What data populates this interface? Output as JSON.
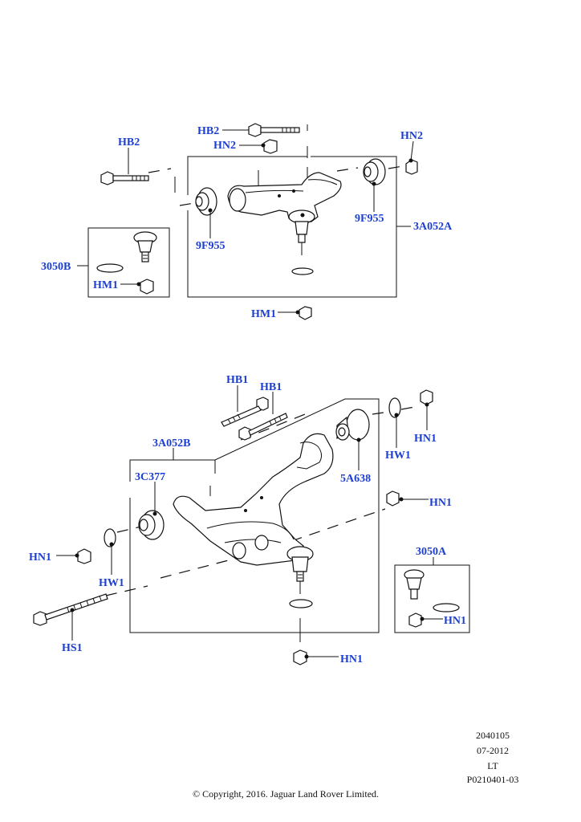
{
  "diagram": {
    "upper_arm": {
      "labels": {
        "hb2_left": "HB2",
        "hb2_top": "HB2",
        "hn2_top": "HN2",
        "hn2_right": "HN2",
        "bush_left": "9F955",
        "bush_right": "9F955",
        "arm": "3A052A",
        "balljoint_kit": "3050B",
        "hm1_kit": "HM1",
        "hm1_bottom": "HM1"
      }
    },
    "lower_arm": {
      "labels": {
        "hb1_left": "HB1",
        "hb1_right": "HB1",
        "arm": "3A052B",
        "bush_front": "3C377",
        "bush_rear": "5A638",
        "hw1_right": "HW1",
        "hn1_top_right": "HN1",
        "hn1_mid_right": "HN1",
        "hn1_left": "HN1",
        "hw1_left": "HW1",
        "hs1": "HS1",
        "balljoint_kit": "3050A",
        "hn1_kit": "HN1",
        "hn1_bottom": "HN1"
      }
    }
  },
  "meta": {
    "code1": "2040105",
    "date": "07-2012",
    "lt": "LT",
    "ref": "P0210401-03"
  },
  "footer": {
    "copyright": "© Copyright, 2016. Jaguar Land Rover Limited."
  },
  "colors": {
    "callout": "#1c3fcf",
    "line": "#111111"
  }
}
